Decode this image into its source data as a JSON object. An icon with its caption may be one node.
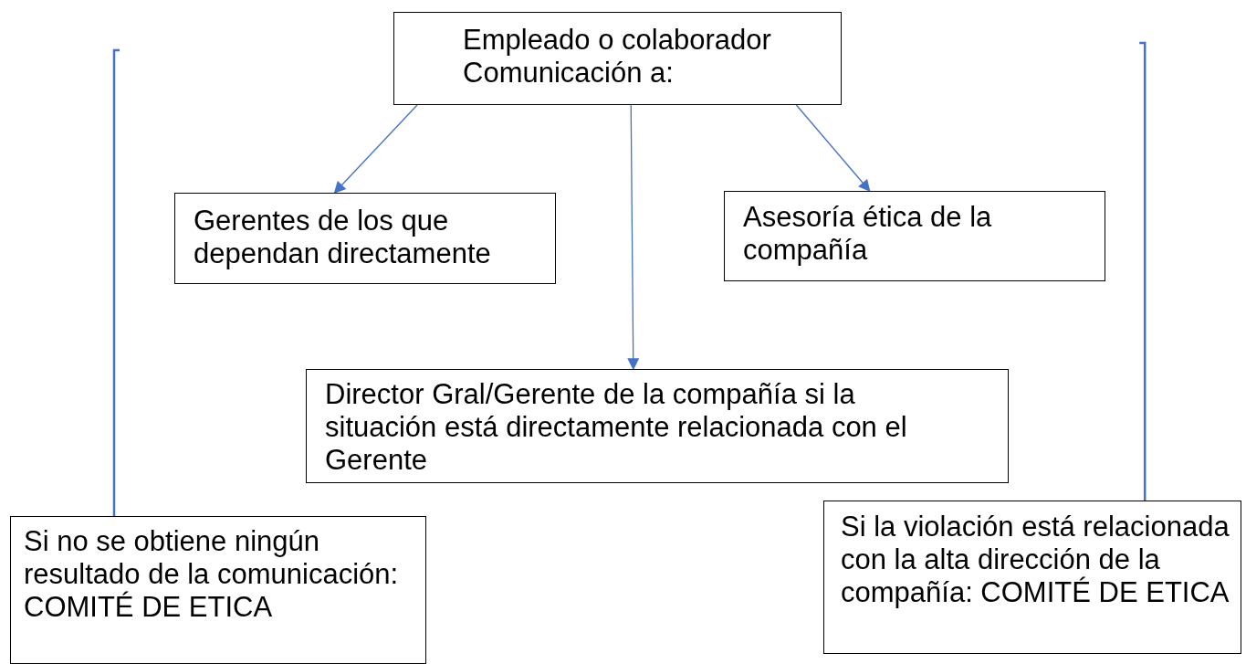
{
  "diagram": {
    "nodes": [
      {
        "text": [
          "Empleado o colaborador Comunicación a:"
        ]
      },
      {
        "text": [
          "Gerentes de los que dependan directamente"
        ]
      },
      {
        "text": [
          "Asesoría ética de la compañía"
        ]
      },
      {
        "text": [
          "Director Gral/Gerente de la compañía si la situación está directamente relacionada con el Gerente"
        ]
      },
      {
        "text": [
          "Si no se obtiene ningún resultado de la comunicación: COMITÉ DE ETICA"
        ]
      },
      {
        "text": [
          "Si la violación está relacionada con la alta dirección de la compañía: COMITÉ DE ETICA"
        ]
      }
    ],
    "edges": [
      {
        "from": 0,
        "to": 1,
        "arrow": "to"
      },
      {
        "from": 0,
        "to": 3,
        "arrow": "to"
      },
      {
        "from": 0,
        "to": 2,
        "arrow": "to"
      },
      {
        "from": 4,
        "to": null,
        "arrow": "none"
      },
      {
        "from": 5,
        "to": null,
        "arrow": "none"
      }
    ]
  }
}
